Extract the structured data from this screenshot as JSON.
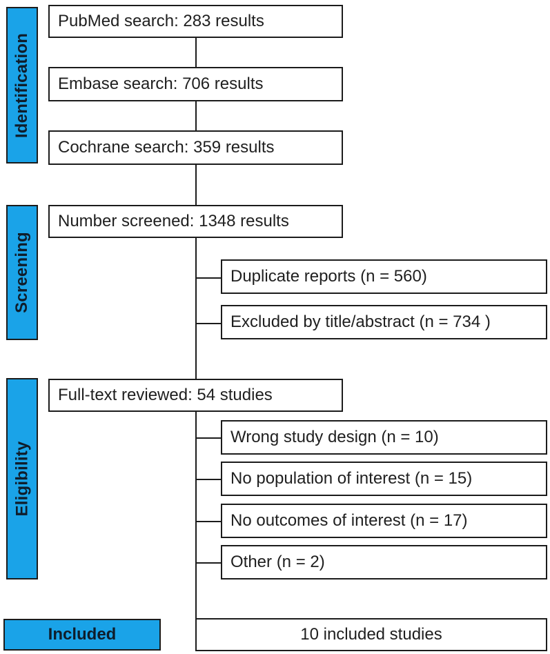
{
  "colors": {
    "phase_blue": "#1aa3e8",
    "line": "#1b1b1b",
    "text": "#1f1f1f"
  },
  "phases": {
    "identification": "Identification",
    "screening": "Screening",
    "eligibility": "Eligibility",
    "included": "Included"
  },
  "identification": {
    "pubmed": "PubMed search: 283 results",
    "embase": "Embase  search: 706 results",
    "cochrane": "Cochrane search: 359  results"
  },
  "screening": {
    "screened": "Number screened: 1348 results",
    "duplicates": "Duplicate reports (n = 560)",
    "excluded_title_abstract": "Excluded by title/abstract (n = 734 )"
  },
  "eligibility": {
    "full_text": "Full-text reviewed:  54 studies",
    "wrong_design": "Wrong study design (n = 10)",
    "no_population": "No population of interest (n = 15)",
    "no_outcomes": "No outcomes of interest (n = 17)",
    "other": "Other (n = 2)"
  },
  "included": {
    "studies": "10 included studies"
  }
}
